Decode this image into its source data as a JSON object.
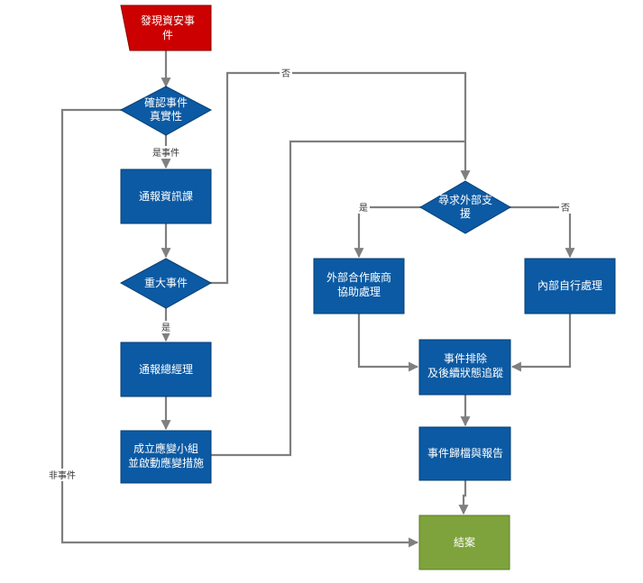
{
  "colors": {
    "start": "#cc0000",
    "process": "#0b5aa3",
    "decision": "#0b5aa3",
    "end": "#7ea23c",
    "edge": "#7f7f7f",
    "node_border": "#0a3f73"
  },
  "nodes": {
    "discover": [
      "發現資安事",
      "件"
    ],
    "confirm": [
      "確認事件",
      "真實性"
    ],
    "notify_it": [
      "通報資訊課"
    ],
    "major": [
      "重大事件"
    ],
    "notify_gm": [
      "通報總經理"
    ],
    "response_team": [
      "成立應變小組",
      "並啟動應變措施"
    ],
    "external_support": [
      "尋求外部支",
      "援"
    ],
    "vendor": [
      "外部合作廠商",
      "協助處理"
    ],
    "internal": [
      "內部自行處理"
    ],
    "resolve": [
      "事件排除",
      "及後續狀態追蹤"
    ],
    "archive": [
      "事件歸檔與報告"
    ],
    "close": [
      "結案"
    ]
  },
  "edge_labels": {
    "yes_event": "是事件",
    "not_event": "非事件",
    "yes_major": "是",
    "no_major": "否",
    "yes_external": "是",
    "no_external": "否"
  }
}
